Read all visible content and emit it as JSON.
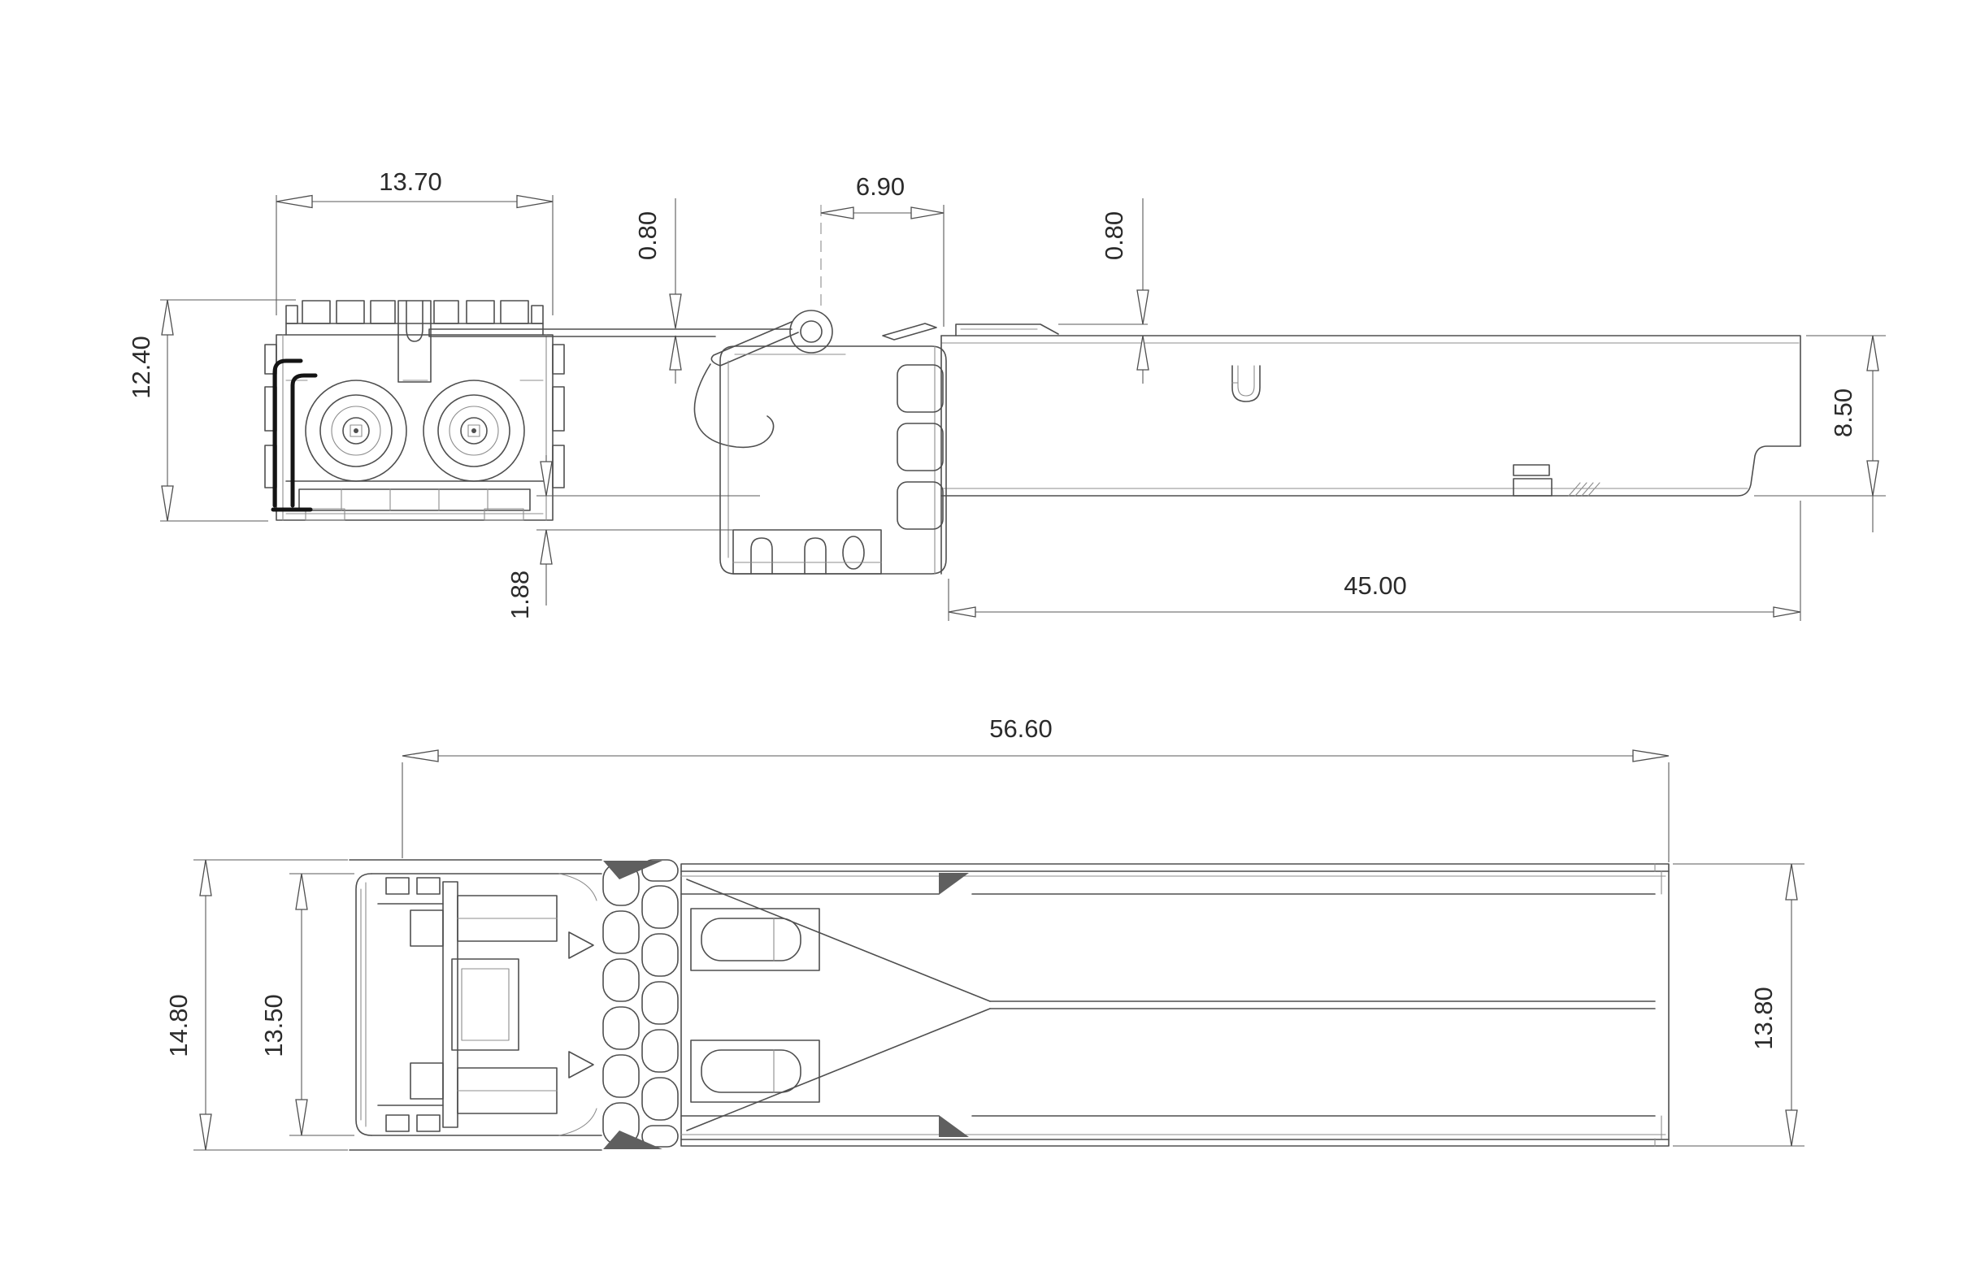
{
  "drawing": {
    "type": "technical-dimension-drawing",
    "subject": "SFP optical transceiver module, three orthographic views",
    "units": "mm",
    "dimensions": {
      "front_width": "13.70",
      "front_height": "12.40",
      "bail_offset": "6.90",
      "latch_lip": "0.80",
      "spring_lip": "0.80",
      "body_height": "8.50",
      "foot_step": "1.88",
      "body_length": "45.00",
      "overall_length": "56.60",
      "overall_width": "14.80",
      "connector_width": "13.50",
      "rear_body_width": "13.80"
    },
    "colors": {
      "line": "#4f4f4f",
      "line_light": "#8c8c8c",
      "line_bold": "#141414",
      "dimension_line": "#5a5a5a",
      "text": "#2b2b2b",
      "dark_fill": "#5f5f5f",
      "background": "#ffffff"
    }
  }
}
